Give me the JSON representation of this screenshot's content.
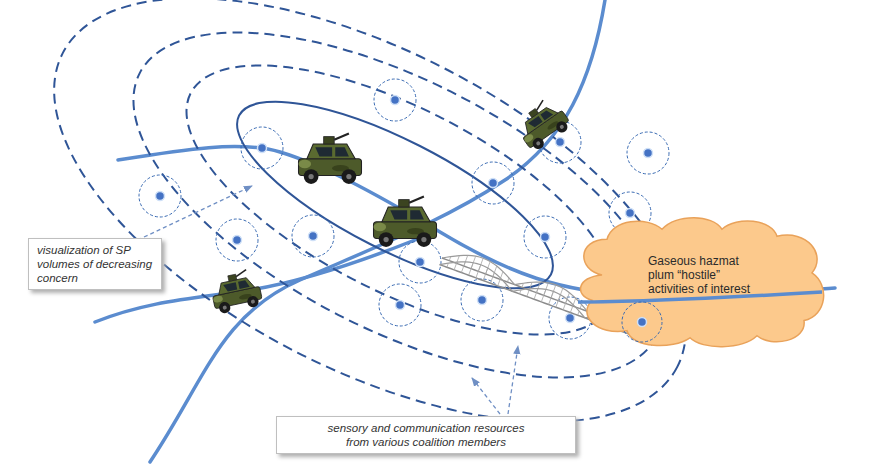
{
  "diagram": {
    "nodes": [
      {
        "text": [
          "Gaseous hazmat plum “hostile” activities of interest"
        ]
      },
      {
        "text": [
          "visualization of SP volumes of decreasing concern"
        ]
      },
      {
        "text": [
          "sensory and communication resources from various coalition members"
        ]
      }
    ]
  }
}
